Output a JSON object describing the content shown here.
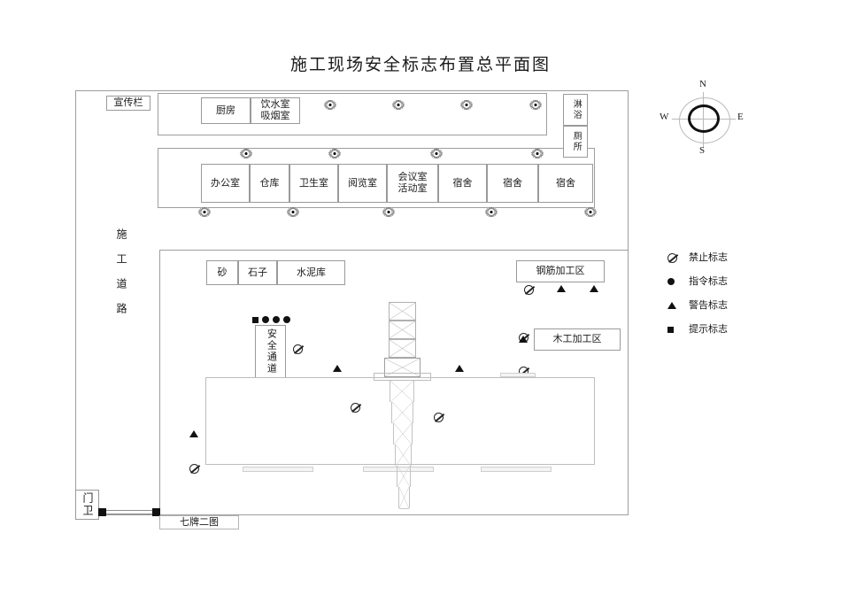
{
  "page": {
    "title": "施工现场安全标志布置总平面图"
  },
  "site": {
    "left_road_label": "施工道路",
    "bulletin_board": "宣传栏",
    "gatehouse": "门卫",
    "signboard": "七牌二图"
  },
  "facilities_row_top": [
    {
      "label": "厨房"
    },
    {
      "label": "饮水室\n吸烟室"
    }
  ],
  "facilities_right": [
    {
      "label": "淋浴"
    },
    {
      "label": "厕所"
    }
  ],
  "facilities_row_mid": [
    {
      "label": "办公室"
    },
    {
      "label": "仓库"
    },
    {
      "label": "卫生室"
    },
    {
      "label": "阅览室"
    },
    {
      "label": "会议室\n活动室"
    },
    {
      "label": "宿舍"
    },
    {
      "label": "宿舍"
    },
    {
      "label": "宿舍"
    }
  ],
  "materials": [
    {
      "label": "砂"
    },
    {
      "label": "石子"
    },
    {
      "label": "水泥库"
    }
  ],
  "work_zones": [
    {
      "label": "钢筋加工区"
    },
    {
      "label": "木工加工区"
    }
  ],
  "safety_passage": {
    "label": "安全通道"
  },
  "compass": {
    "north": "N",
    "south": "S",
    "east": "E",
    "west": "W"
  },
  "legend": {
    "items": [
      {
        "symbol": "prohibition-sign-icon",
        "label": "禁止标志"
      },
      {
        "symbol": "mandatory-sign-icon",
        "label": "指令标志"
      },
      {
        "symbol": "warning-sign-icon",
        "label": "警告标志"
      },
      {
        "symbol": "notice-sign-icon",
        "label": "提示标志"
      }
    ]
  },
  "colors": {
    "line": "#9a9a9a",
    "light_line": "#c0c0c0",
    "marker": "#111111",
    "background": "#ffffff"
  }
}
